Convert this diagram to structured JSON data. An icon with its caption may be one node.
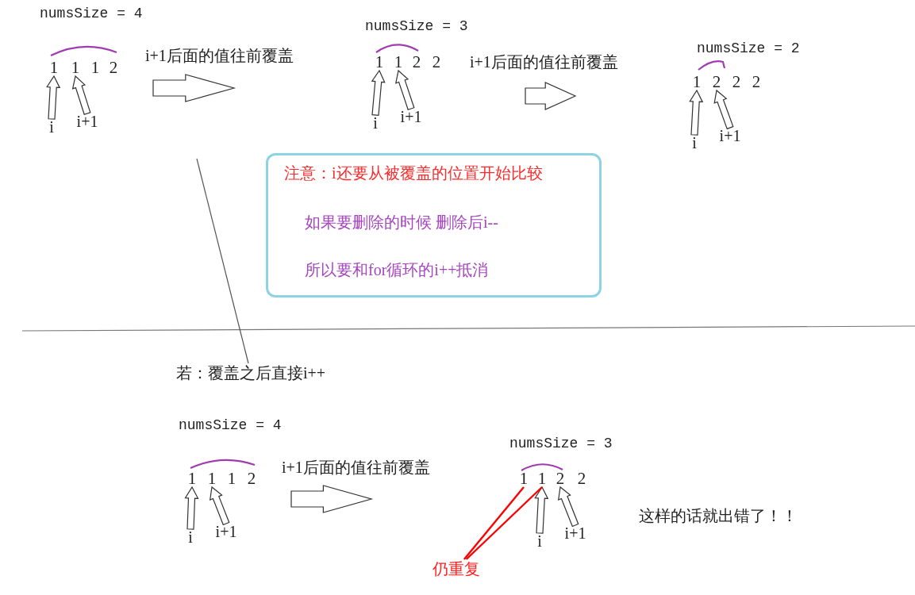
{
  "diagram": {
    "nodes": [
      {
        "text": [
          "1"
        ]
      },
      {
        "text": [
          "1"
        ]
      },
      {
        "text": [
          "1"
        ]
      },
      {
        "text": [
          "2"
        ]
      },
      {
        "text": [
          "i"
        ]
      },
      {
        "text": [
          "i+1"
        ]
      },
      {
        "text": [
          "1"
        ]
      },
      {
        "text": [
          "1"
        ]
      },
      {
        "text": [
          "2"
        ]
      },
      {
        "text": [
          "2"
        ]
      },
      {
        "text": [
          "i"
        ]
      },
      {
        "text": [
          "i+1"
        ]
      },
      {
        "text": [
          "1"
        ]
      },
      {
        "text": [
          "2"
        ]
      },
      {
        "text": [
          "2"
        ]
      },
      {
        "text": [
          "2"
        ]
      },
      {
        "text": [
          "i"
        ]
      },
      {
        "text": [
          "i+1"
        ]
      },
      {
        "text": [
          "注意：i还要从被覆盖的位置开始比较",
          "如果要删除的时候 删除后i--",
          "所以要和for循环的i++抵消"
        ]
      },
      {
        "text": [
          "若：覆盖之后直接i++"
        ]
      },
      {
        "text": [
          "1"
        ]
      },
      {
        "text": [
          "1"
        ]
      },
      {
        "text": [
          "1"
        ]
      },
      {
        "text": [
          "2"
        ]
      },
      {
        "text": [
          "i"
        ]
      },
      {
        "text": [
          "i+1"
        ]
      },
      {
        "text": [
          "1"
        ]
      },
      {
        "text": [
          "1"
        ]
      },
      {
        "text": [
          "2"
        ]
      },
      {
        "text": [
          "2"
        ]
      },
      {
        "text": [
          "i"
        ]
      },
      {
        "text": [
          "i+1"
        ]
      },
      {
        "text": [
          "仍重复"
        ]
      }
    ],
    "edges": [
      {
        "from": 4,
        "to": 0,
        "arrow": "to"
      },
      {
        "from": 5,
        "to": 1,
        "arrow": "to"
      },
      {
        "from": 10,
        "to": 6,
        "arrow": "to"
      },
      {
        "from": 11,
        "to": 7,
        "arrow": "to"
      },
      {
        "from": 16,
        "to": 12,
        "arrow": "to"
      },
      {
        "from": 17,
        "to": 13,
        "arrow": "to"
      },
      {
        "from": 19,
        "to": null,
        "arrow": "none",
        "color": "#555555"
      },
      {
        "from": 24,
        "to": 20,
        "arrow": "to"
      },
      {
        "from": 25,
        "to": 21,
        "arrow": "to"
      },
      {
        "from": 30,
        "to": 27,
        "arrow": "to"
      },
      {
        "from": 31,
        "to": 28,
        "arrow": "to"
      },
      {
        "from": 32,
        "to": 26,
        "arrow": "none",
        "color": "#ff0000"
      },
      {
        "from": 32,
        "to": 27,
        "arrow": "none",
        "color": "#ff0000"
      }
    ],
    "labels": [
      "numsSize = 4",
      "i+1后面的值往前覆盖",
      "numsSize = 3",
      "i+1后面的值往前覆盖",
      "numsSize = 2",
      "numsSize = 4",
      "i+1后面的值往前覆盖",
      "numsSize = 3",
      "这样的话就出错了！！"
    ]
  }
}
